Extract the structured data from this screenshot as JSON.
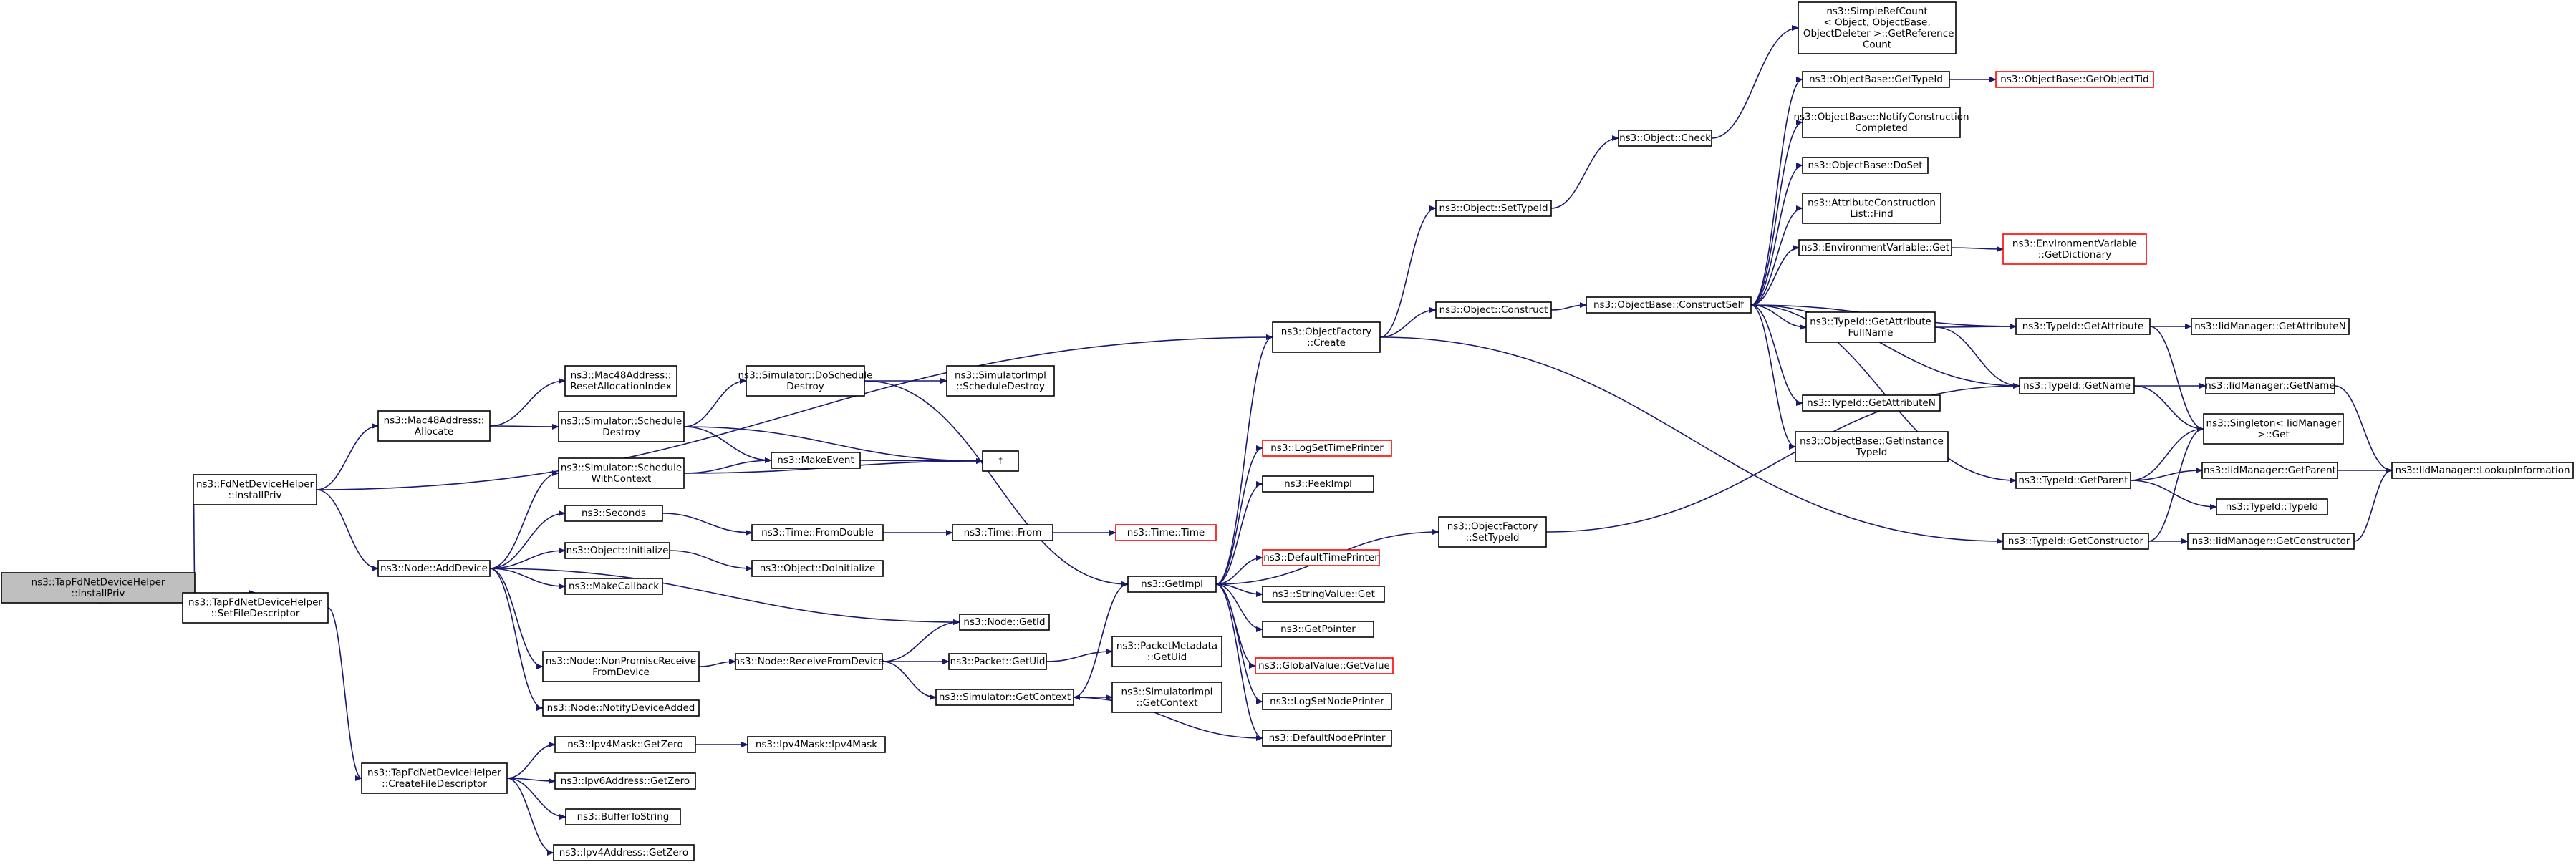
{
  "colors": {
    "edge": "#191970",
    "root_fill": "#bfbfbf",
    "node_border": "#000000",
    "truncated_border": "#ff0000"
  },
  "nodes": {
    "n_root": "ns3::TapFdNetDeviceHelper\n::InstallPriv",
    "n_fd_installpriv": "ns3::FdNetDeviceHelper\n::InstallPriv",
    "n_tap_setfd": "ns3::TapFdNetDeviceHelper\n::SetFileDescriptor",
    "n_tap_createfd": "ns3::TapFdNetDeviceHelper\n::CreateFileDescriptor",
    "n_mac_allocate": "ns3::Mac48Address::\nAllocate",
    "n_node_adddevice": "ns3::Node::AddDevice",
    "n_mac_reset": "ns3::Mac48Address::\nResetAllocationIndex",
    "n_sim_scheddestroy": "ns3::Simulator::Schedule\nDestroy",
    "n_sim_schedctx": "ns3::Simulator::Schedule\nWithContext",
    "n_seconds": "ns3::Seconds",
    "n_obj_init": "ns3::Object::Initialize",
    "n_makecallback": "ns3::MakeCallback",
    "n_node_nonpromisc": "ns3::Node::NonPromiscReceive\nFromDevice",
    "n_node_notify": "ns3::Node::NotifyDeviceAdded",
    "n_sim_doscheddestroy": "ns3::Simulator::DoSchedule\nDestroy",
    "n_simimpl_scheddestroy": "ns3::SimulatorImpl\n::ScheduleDestroy",
    "n_makeevent": "ns3::MakeEvent",
    "n_f": "f",
    "n_time_fromdouble": "ns3::Time::FromDouble",
    "n_time_from": "ns3::Time::From",
    "n_time_time": "ns3::Time::Time",
    "n_obj_doinit": "ns3::Object::DoInitialize",
    "n_node_getid": "ns3::Node::GetId",
    "n_node_recvfrom": "ns3::Node::ReceiveFromDevice",
    "n_packet_getuid": "ns3::Packet::GetUid",
    "n_packetmeta_getuid": "ns3::PacketMetadata\n::GetUid",
    "n_sim_getcontext": "ns3::Simulator::GetContext",
    "n_simimpl_getcontext": "ns3::SimulatorImpl\n::GetContext",
    "n_getimpl": "ns3::GetImpl",
    "n_objfactory_create": "ns3::ObjectFactory\n::Create",
    "n_objfactory_settypeid": "ns3::ObjectFactory\n::SetTypeId",
    "n_logsettime": "ns3::LogSetTimePrinter",
    "n_peekimpl": "ns3::PeekImpl",
    "n_defaulttime": "ns3::DefaultTimePrinter",
    "n_stringvalue_get": "ns3::StringValue::Get",
    "n_getpointer": "ns3::GetPointer",
    "n_globalvalue_get": "ns3::GlobalValue::GetValue",
    "n_logsetnode": "ns3::LogSetNodePrinter",
    "n_defaultnode": "ns3::DefaultNodePrinter",
    "n_ipv4mask_getzero": "ns3::Ipv4Mask::GetZero",
    "n_ipv4mask_ctor": "ns3::Ipv4Mask::Ipv4Mask",
    "n_ipv6_getzero": "ns3::Ipv6Address::GetZero",
    "n_buffertostring": "ns3::BufferToString",
    "n_ipv4addr_getzero": "ns3::Ipv4Address::GetZero",
    "n_obj_settypeid": "ns3::Object::SetTypeId",
    "n_obj_construct": "ns3::Object::Construct",
    "n_obj_check": "ns3::Object::Check",
    "n_objbase_constructself": "ns3::ObjectBase::ConstructSelf",
    "n_simplerefcount": "ns3::SimpleRefCount\n< Object, ObjectBase,\n ObjectDeleter >::GetReference\nCount",
    "n_objbase_gettypeid": "ns3::ObjectBase::GetTypeId",
    "n_objbase_getobjtid": "ns3::ObjectBase::GetObjectTid",
    "n_objbase_notify": "ns3::ObjectBase::NotifyConstruction\nCompleted",
    "n_objbase_doset": "ns3::ObjectBase::DoSet",
    "n_attrconst_find": "ns3::AttributeConstruction\nList::Find",
    "n_envvar_get": "ns3::EnvironmentVariable::Get",
    "n_envvar_getdict": "ns3::EnvironmentVariable\n::GetDictionary",
    "n_typeid_getattrfull": "ns3::TypeId::GetAttribute\nFullName",
    "n_typeid_getattrn": "ns3::TypeId::GetAttributeN",
    "n_objbase_getinstance": "ns3::ObjectBase::GetInstance\nTypeId",
    "n_typeid_getattr": "ns3::TypeId::GetAttribute",
    "n_typeid_getname": "ns3::TypeId::GetName",
    "n_typeid_getparent": "ns3::TypeId::GetParent",
    "n_typeid_getctor": "ns3::TypeId::GetConstructor",
    "n_iid_getattrn": "ns3::IidManager::GetAttributeN",
    "n_iid_getname": "ns3::IidManager::GetName",
    "n_singleton_get": "ns3::Singleton< IidManager\n>::Get",
    "n_iid_getparent": "ns3::IidManager::GetParent",
    "n_typeid_typeid": "ns3::TypeId::TypeId",
    "n_iid_getctor": "ns3::IidManager::GetConstructor",
    "n_iid_lookup": "ns3::IidManager::LookupInformation"
  }
}
